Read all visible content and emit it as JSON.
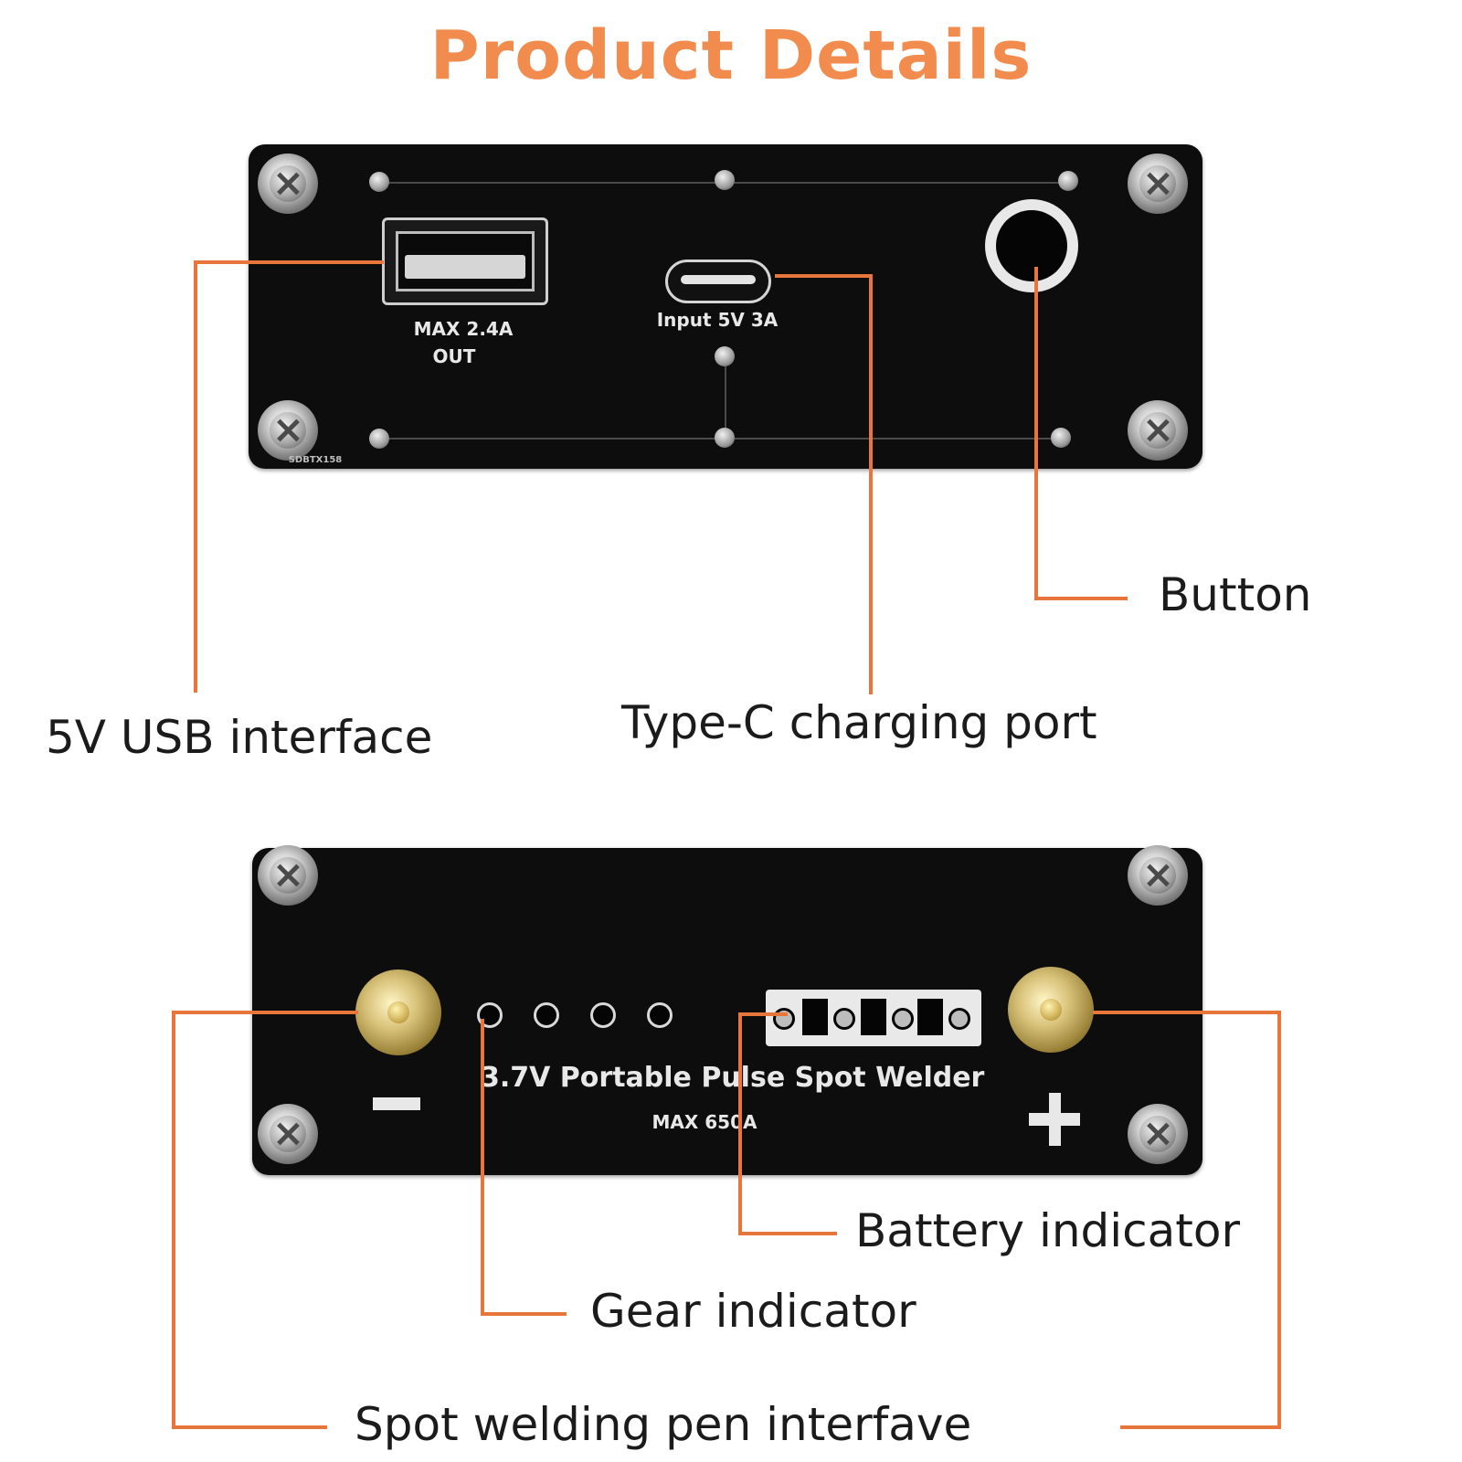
{
  "title": "Product Details",
  "accent_color": "#F28C4E",
  "top_panel": {
    "usb_label_line1": "MAX 2.4A",
    "usb_label_line2": "OUT",
    "typec_label": "Input  5V 3A",
    "serial": "SDBTX158"
  },
  "bottom_panel": {
    "product_name": "3.7V Portable Pulse Spot Welder",
    "max_current": "MAX 650A",
    "minus_symbol": "−",
    "plus_symbol": "+"
  },
  "callouts": {
    "button": "Button",
    "usb": "5V USB interface",
    "typec": "Type-C charging port",
    "battery": "Battery indicator",
    "gear": "Gear indicator",
    "pen": "Spot welding pen interfave"
  }
}
